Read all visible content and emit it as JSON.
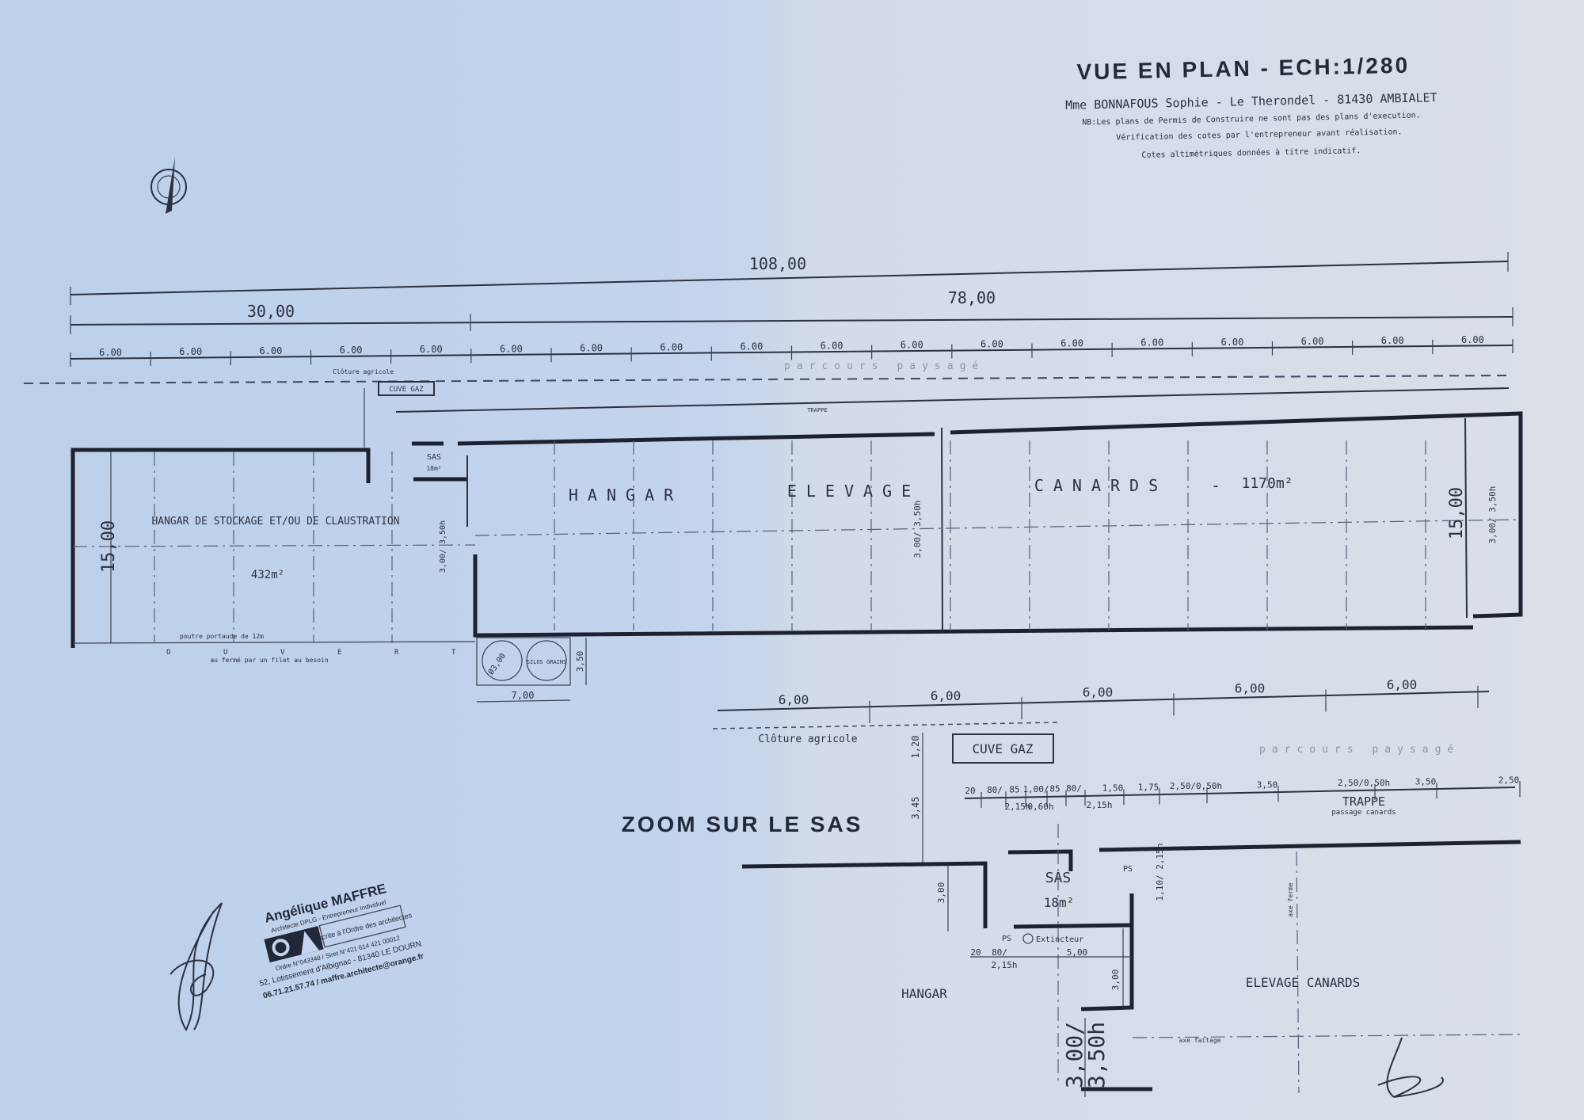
{
  "title_block": {
    "title": "VUE EN PLAN - ECH:1/280",
    "client": "Mme BONNAFOUS Sophie - Le Therondel - 81430 AMBIALET",
    "notes": [
      "NB:Les plans de Permis de Construire ne sont pas des plans d'execution.",
      "Vérification des cotes par l'entrepreneur avant réalisation.",
      "Cotes altimétriques données à titre indicatif."
    ]
  },
  "compass": {
    "icon": "north-arrow-icon"
  },
  "overall_plan": {
    "total_length": "108,00",
    "left_length": "30,00",
    "right_length": "78,00",
    "bay_labels": [
      "6.00",
      "6.00",
      "6.00",
      "6.00",
      "6.00",
      "6.00",
      "6.00",
      "6.00",
      "6.00",
      "6.00",
      "6.00",
      "6.00",
      "6.00",
      "6.00",
      "6.00",
      "6.00",
      "6.00",
      "6.00"
    ],
    "fence_label": "Clôture agricole",
    "path_label": "parcours paysagé",
    "gas_tank": "CUVE GAZ",
    "trap_label": "TRAPPE",
    "storage_hangar": {
      "name": "HANGAR DE STOCKAGE ET/OU DE CLAUSTRATION",
      "area": "432m²",
      "depth": "15,00",
      "beam": "poutre portaude de 12m",
      "open": [
        "O",
        "U",
        "V",
        "E",
        "R",
        "T"
      ],
      "open_note": "au fermé par un filet au besoin"
    },
    "sas": {
      "name": "SAS",
      "area": "18m²",
      "door": "3,00/ 3,50h"
    },
    "duck_hangar": {
      "words": [
        "HANGAR",
        "ELEVAGE",
        "CANARDS"
      ],
      "dash": "-",
      "area": "1170m²",
      "depth": "15,00",
      "mid_door": "3,00/ 3,50h",
      "end_door": "3,00/ 3,50h"
    },
    "silos": {
      "diameter": "Ø3,00",
      "label": "SILOS GRAINS",
      "width": "7,00",
      "depth": "3,50"
    }
  },
  "zoom_detail": {
    "title": "ZOOM SUR LE SAS",
    "bay_labels": [
      "6,00",
      "6,00",
      "6,00",
      "6,00",
      "6,00"
    ],
    "fence_label": "Clôture agricole",
    "path_label": "parcours paysagé",
    "gas_tank": "CUVE GAZ",
    "offset_1": "1,20",
    "offset_2": "3,45",
    "openings": [
      "20",
      "80/",
      "85",
      "1,00/",
      "85",
      "80/",
      "1,50",
      "1,75",
      "2,50/0,50h",
      "3,50",
      "2,50/0,50h",
      "3,50",
      "2,50"
    ],
    "opening_heights": [
      "2,15h",
      "0,60h",
      "2,15h"
    ],
    "trap": "TRAPPE",
    "trap_note": "passage canards",
    "sas": "SAS",
    "sas_area": "18m²",
    "ps": "PS",
    "extinguisher": "Extincteur",
    "bottom_dims": [
      "20",
      "80/",
      "5,00"
    ],
    "bottom_height": "2,15h",
    "wall_left": "3,00",
    "wall_right": "3,00",
    "side_door": "1,10/ 2,15h",
    "hangar": "HANGAR",
    "elevage": "ELEVAGE CANARDS",
    "axe_ferme": "axe ferme",
    "axe_faitage": "axe faitage",
    "big_door_1": "3,00/",
    "big_door_2": "3,50h"
  },
  "stamp": {
    "name": "Angélique MAFFRE",
    "role": "Architecte DPLG - Entrepreneur Individuel",
    "order": "Inscrite à l'Ordre des architectes",
    "logo": "OA",
    "ids": "Ordre N°043348 / Siret N°421 614 421 00012",
    "address": "52, Lotissement d'Albignac - 81340 LE DOURN",
    "contact": "06.71.21.57.74 / maffre.architecte@orange.fr"
  },
  "colors": {
    "paper": "#c3d4ec",
    "ink": "#2b3140"
  }
}
